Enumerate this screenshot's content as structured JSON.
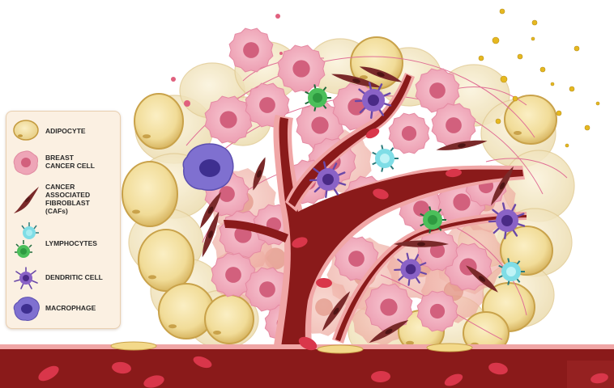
{
  "legend": {
    "items": [
      {
        "key": "adipocyte",
        "label": "ADIPOCYTE",
        "icon": "adipocyte-icon"
      },
      {
        "key": "breast_cancer_cell",
        "label": "BREAST\nCANCER CELL",
        "icon": "breast-cancer-cell-icon"
      },
      {
        "key": "caf",
        "label": "CANCER\nASSOCIATED\nFIBROBLAST\n(CAFs)",
        "icon": "fibroblast-icon"
      },
      {
        "key": "lymphocytes",
        "label": "LYMPHOCYTES",
        "icon": "lymphocyte-icon"
      },
      {
        "key": "dendritic_cell",
        "label": "DENDRITIC CELL",
        "icon": "dendritic-cell-icon"
      },
      {
        "key": "macrophage",
        "label": "MACROPHAGE",
        "icon": "macrophage-icon"
      }
    ]
  },
  "colors": {
    "adipocyte_fill": "#f3e0a0",
    "adipocyte_edge": "#c9a24a",
    "cancer_fill": "#f0a8b8",
    "cancer_nucleus": "#d2607d",
    "caf": "#7a2a2a",
    "vessel": "#8a1a1a",
    "vessel_wall": "#e9a0a0",
    "rbc": "#d9364a",
    "lymph_cyan": "#7fdde6",
    "lymph_green": "#4bbf5a",
    "dendritic": "#8a62c6",
    "macrophage": "#7f70d0",
    "particle": "#e6b820"
  }
}
